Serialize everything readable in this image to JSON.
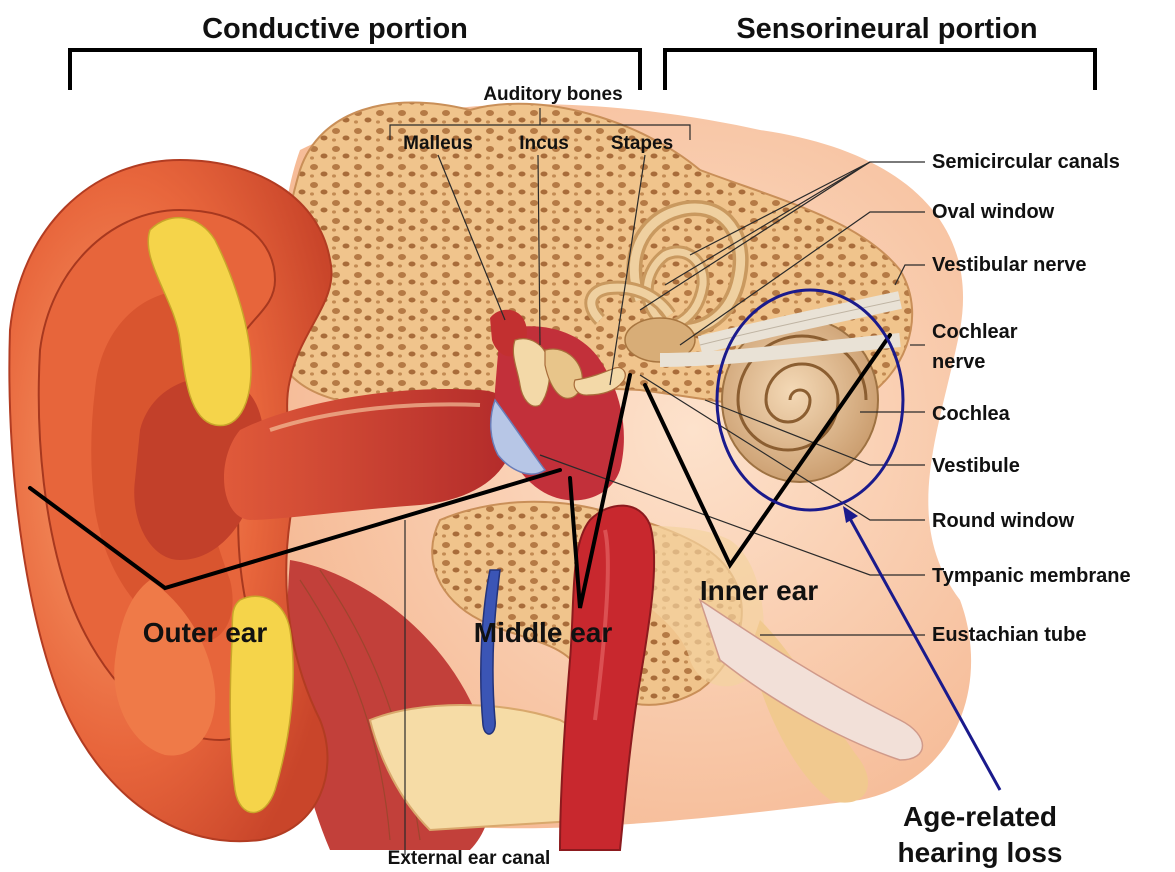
{
  "labels": {
    "conductive_portion": "Conductive portion",
    "sensorineural_portion": "Sensorineural portion",
    "auditory_bones": "Auditory bones",
    "malleus": "Malleus",
    "incus": "Incus",
    "stapes": "Stapes",
    "semicircular_canals": "Semicircular canals",
    "oval_window": "Oval window",
    "vestibular_nerve": "Vestibular nerve",
    "cochlear_nerve_line1": "Cochlear",
    "cochlear_nerve_line2": "nerve",
    "cochlea": "Cochlea",
    "vestibule": "Vestibule",
    "round_window": "Round window",
    "tympanic_membrane": "Tympanic membrane",
    "eustachian_tube": "Eustachian tube",
    "inner_ear": "Inner ear",
    "outer_ear": "Outer ear",
    "middle_ear": "Middle ear",
    "external_ear_canal": "External ear canal",
    "age_related_line1": "Age-related",
    "age_related_line2": "hearing loss"
  },
  "colors": {
    "highlight_circle": "#1a1a8c",
    "pointer_arrow": "#1a1a8c",
    "skin": "#e8663c",
    "bone": "#f2c98f",
    "artery": "#c8282e",
    "vein": "#3b55b5"
  }
}
